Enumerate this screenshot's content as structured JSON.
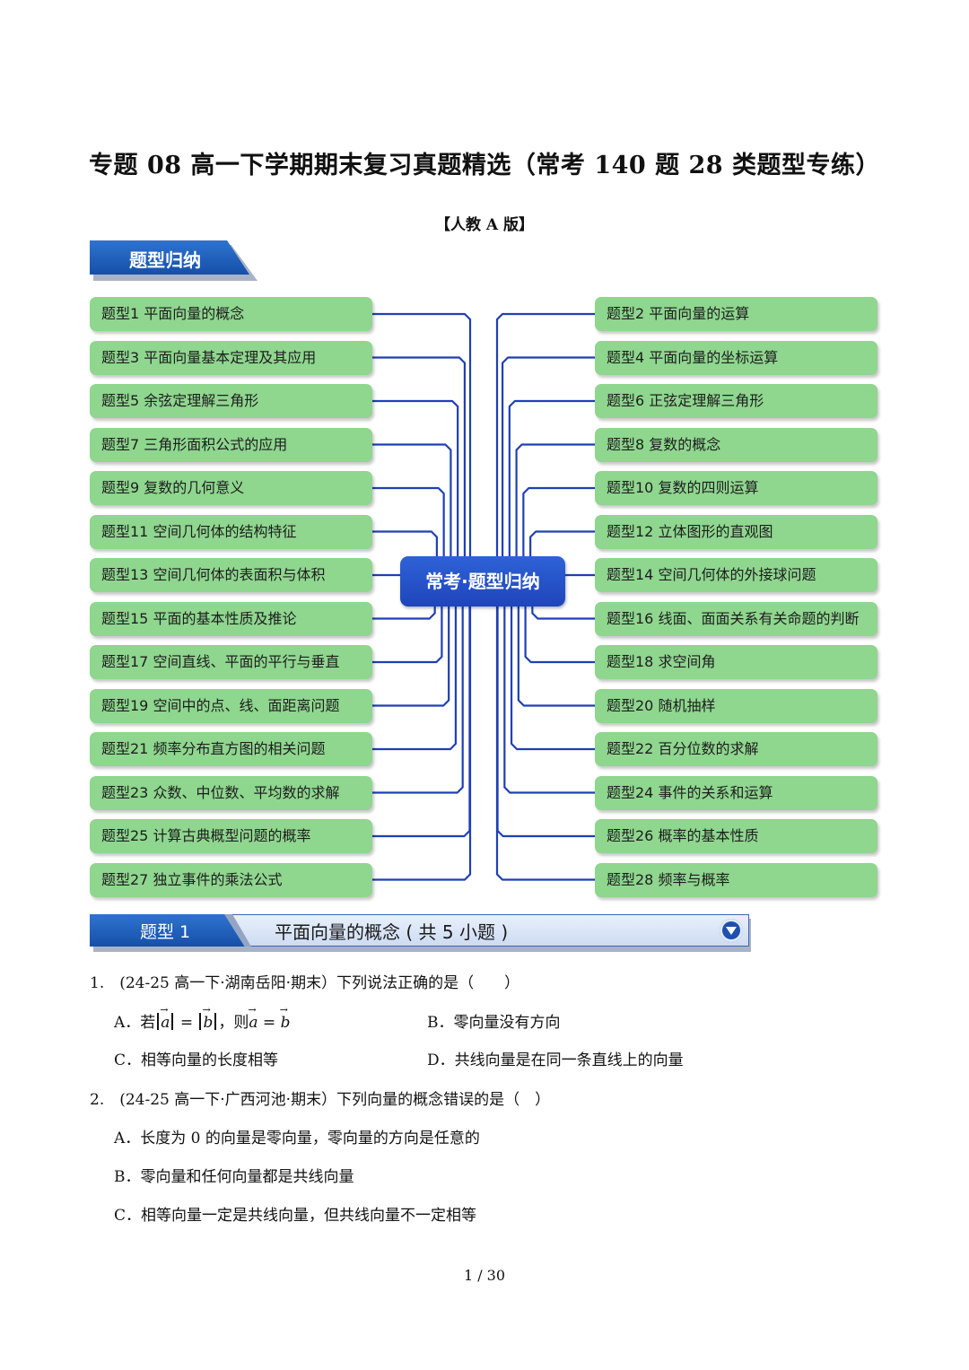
{
  "document": {
    "title": "专题 08  高一下学期期末复习真题精选（常考 140 题 28 类题型专练）",
    "edition": "【人教 A 版】",
    "page_number": "1 / 30"
  },
  "summary_section": {
    "label": "题型归纳",
    "hub": "常考·题型归纳",
    "left_nodes": [
      "题型1 平面向量的概念",
      "题型3 平面向量基本定理及其应用",
      "题型5 余弦定理解三角形",
      "题型7 三角形面积公式的应用",
      "题型9 复数的几何意义",
      "题型11 空间几何体的结构特征",
      "题型13 空间几何体的表面积与体积",
      "题型15 平面的基本性质及推论",
      "题型17 空间直线、平面的平行与垂直",
      "题型19 空间中的点、线、面距离问题",
      "题型21 频率分布直方图的相关问题",
      "题型23 众数、中位数、平均数的求解",
      "题型25 计算古典概型问题的概率",
      "题型27 独立事件的乘法公式"
    ],
    "right_nodes": [
      "题型2 平面向量的运算",
      "题型4 平面向量的坐标运算",
      "题型6 正弦定理解三角形",
      "题型8 复数的概念",
      "题型10 复数的四则运算",
      "题型12 立体图形的直观图",
      "题型14 空间几何体的外接球问题",
      "题型16 线面、面面关系有关命题的判断",
      "题型18 求空间角",
      "题型20 随机抽样",
      "题型22 百分位数的求解",
      "题型24 事件的关系和运算",
      "题型26 概率的基本性质",
      "题型28 频率与概率"
    ]
  },
  "type_section": {
    "tag": "题型 1",
    "title": "平面向量的概念 ( 共 5 小题 )"
  },
  "questions": [
    {
      "stem": "1.　(24-25 高一下·湖南岳阳·期末）下列说法正确的是（　　）",
      "options": {
        "A_prefix": "A．若",
        "A_middle": "=",
        "A_then": "，则",
        "A_eq": "=",
        "A_var_a": "a",
        "A_var_b": "b",
        "B": "B．零向量没有方向",
        "C": "C．相等向量的长度相等",
        "D": "D．共线向量是在同一条直线上的向量"
      }
    },
    {
      "stem": "2.　(24-25 高一下·广西河池·期末）下列向量的概念错误的是（　）",
      "options": {
        "A": "A．长度为 0 的向量是零向量，零向量的方向是任意的",
        "B": "B．零向量和任何向量都是共线向量",
        "C": "C．相等向量一定是共线向量，但共线向量不一定相等"
      }
    }
  ],
  "colors": {
    "node_green": "#8fd68f",
    "hub_blue": "#2e62d6",
    "connector_blue": "#1f3fb5",
    "banner_blue": "#1550a8"
  }
}
